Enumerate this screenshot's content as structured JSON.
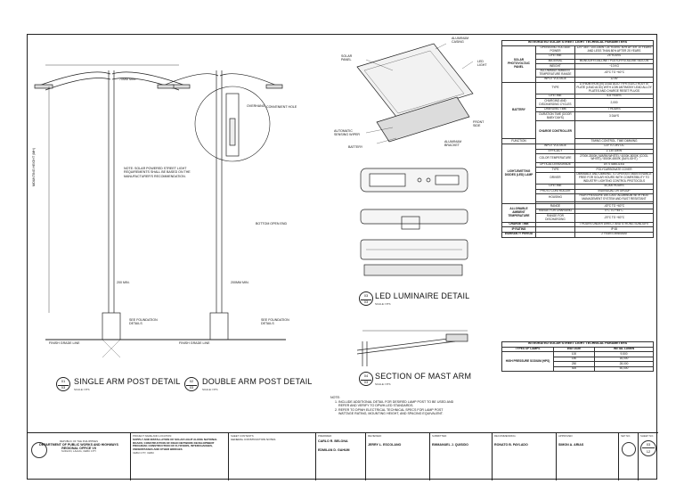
{
  "details": {
    "single": {
      "number": "01",
      "sheet": "03",
      "title": "SINGLE ARM POST DETAIL",
      "scale": "SCALE: NTS"
    },
    "double": {
      "number": "02",
      "sheet": "03",
      "title": "DOUBLE ARM POST DETAIL",
      "scale": "SCALE: NTS"
    },
    "led": {
      "number": "03",
      "sheet": "03",
      "title": "LED LUMINAIRE DETAIL",
      "scale": "SCALE: NTS"
    },
    "mast": {
      "number": "04",
      "sheet": "03",
      "title": "SECTION OF MAST ARM",
      "scale": "SCALE: NTS"
    }
  },
  "labels": {
    "mounting_height": "MOUNTING HEIGHT (MH)",
    "size_min": "70MM MIN.",
    "note_solar": "NOTE: SOLAR POWERED STREET LIGHT REQUIREMENTS SHALL BE BASED ON THE MANUFACTURER'S RECOMMENDATION.",
    "overhang": "OVERHANG",
    "vent_hole": "CONVENIENT HOLE",
    "bottom_open": "BOTTOM OPEN END",
    "min_200": "200 MIN.",
    "min_200_b": "200MM MIN.",
    "foundation_1": "SEE FOUNDATION DETAILS",
    "foundation_2": "SEE FOUNDATION DETAILS",
    "finish_grade_1": "FINISH GRADE LINE",
    "finish_grade_2": "FINISH GRADE LINE",
    "solar_panel": "SOLAR PANEL",
    "aluminum_casing": "ALUMINUM CASING",
    "led_light": "LED LIGHT",
    "auto_wiper": "AUTOMATIC SENSING WIPER",
    "battery": "BATTERY",
    "front_side": "FRONT SIDE",
    "al_bracket": "ALUMINUM BRACKET"
  },
  "notes": {
    "heading": "NOTE:",
    "items": [
      "INCLUDE ADDITIONAL DETAIL FOR DESIRED LAMP POST TO BE USED AND REFER AND VERIFY TO DPWH-LED STANDARDS.",
      "REFER TO DPWH ELECTRICAL TECHNICAL SPECS FOR LAMP POST WATTAGE RATING, MOUNTING HEIGHT, AND SPACING EQUIVALENT."
    ]
  },
  "spec": {
    "title": "INTEGRATED SOLAR STREET LIGHT TECHNICAL PARAMETERS",
    "rows": [
      {
        "group": "SOLAR PHOTOVOLTAIC PANEL",
        "span": 6,
        "param": "OPERATING VOLTAGE POWER",
        "value": "12V~36V / 100-150W / 25 YEARS: 80% AFTER 10 YEARS AND LESS THAN 80% AFTER 25 YEARS"
      },
      {
        "param": "LIFETIME",
        "value": "25 YEARS"
      },
      {
        "param": "MATERIAL",
        "value": "MONOCRYSTALLINE / POLYCRYSTALLINE SILICON"
      },
      {
        "param": "WEIGHT",
        "value": "~10 KG"
      },
      {
        "param": "ALLOWABLE AMBIENT TEMPERATURE RANGE",
        "value": "-40°C TO +60°C"
      },
      {
        "param": "INPUT VOLTAGE",
        "value": "12.8V"
      },
      {
        "group": "BATTERY",
        "span": 6,
        "param": "TYPE",
        "value": "LITHIUM IRON (III) LEAD ACID TYPE ELECTROLYTE PLATE (LEAD ACID) WITH LOW ANTIMONY LEAD ALLOY PLATES AND CHARGE RESET PLUGS"
      },
      {
        "param": "LIFETIME",
        "value": "5-8 YEARS"
      },
      {
        "param": "CHARGING AND DISCHARGING CYCLES",
        "value": "2,000"
      },
      {
        "param": "CHARGING TIME",
        "value": "7 HOURS"
      },
      {
        "param": "DURATION TIME (DOOR BABY DAYS)",
        "value": "3 DAYS"
      },
      {
        "group": "CHARGE CONTROLLER",
        "span": 2,
        "param": "",
        "value": "INTELLIGENT CONTROL FOR CIRCUIT PROTECTION"
      },
      {
        "param": "FUNCTION",
        "value": "TIMING CONTROL, TIME DIMMING"
      },
      {
        "group": "LIGHT-EMITTING DIODES (LED) LAMP",
        "span": 10,
        "param": "INPUT VOLTAGE",
        "value": "12V TO 24V DC"
      },
      {
        "param": "EFFICACY",
        "value": "≥ 130 LM/W"
      },
      {
        "param": "COLOR TEMPERATURE",
        "value": "2700K-3500K (WARM WHITE) / 4000K-5000K (COOL WHITE) / 5500K-6500K (DAYLIGHT)"
      },
      {
        "param": "OPTICAL LENS/GRADE",
        "value": "UV STABILIZED"
      },
      {
        "param": "TYPE",
        "value": "POLYCARBONATE COVER"
      },
      {
        "param": "DRIVER",
        "value": "DIMMABLE AND DIMMING TO OPERATE MAINTENANCE FREE FOR SOLAR HOURS WITH COMPATIBILITY TO INDUSTRY LIGHTING CONTROL PROTOCOLS"
      },
      {
        "param": "LIFETIME",
        "value": "50,000 HOURS"
      },
      {
        "param": "PHOTO CONTROLLER",
        "value": "INDIVIDUAL OR GROUP"
      },
      {
        "param": "HOUSING",
        "value": "HIGH PRESSURE DIE-CAST ALUMINUM WITH HEAT MANAGEMENT SYSTEM AND RUST RESISTANT"
      },
      {
        "param": "",
        "value": ""
      },
      {
        "group": "ALLOWABLE AMBIENT TEMPERATURE",
        "span": 3,
        "param": "RANGE",
        "value": "-40°C TO +60°C"
      },
      {
        "param": "RANGE FOR CHARGING",
        "value": "0°C TO +45°C"
      },
      {
        "param": "RANGE FOR DISCHARGING",
        "value": "-20°C TO +60°C"
      },
      {
        "group": "CHARGE TIME",
        "span": 1,
        "param": "",
        "value": "7 HOURS UNDER DIRECT AND STRONG SUNLIGHT"
      },
      {
        "group": "IP RATING",
        "span": 1,
        "param": "",
        "value": "IP 65"
      },
      {
        "group": "WARRANTY PERIOD",
        "span": 1,
        "param": "",
        "value": "2 YEARS MINIMUM"
      }
    ]
  },
  "lamps": {
    "title": "INTEGRATED SOLAR STREET LIGHT TECHNICAL PARAMETERS",
    "headers": [
      "TYPES OF LAMPS",
      "WATTAGE",
      "INITIAL LUMEN"
    ],
    "group": "HIGH PRESSURE SODIUM (HPS)",
    "rows": [
      [
        "100",
        "9,500"
      ],
      [
        "150",
        "16,000"
      ],
      [
        "250",
        "28,000"
      ],
      [
        "400",
        "50,000"
      ]
    ]
  },
  "titleblock": {
    "republic": "REPUBLIC OF THE PHILIPPINES",
    "agency": "DEPARTMENT OF PUBLIC WORKS AND HIGHWAYS",
    "office": "REGIONAL OFFICE VII",
    "address": "SUDLON, LAHUG, CEBU CITY",
    "project_cap": "PROJECT NAME AND LOCATION:",
    "project": "SUPPLY AND INSTALLATION OF SOLAR LIGHT ALONG NATIONAL ROADS; CONSTRUCTION OF ROAD NETWORK DEVELOPMENT PROGRAM; CONSTRUCTION OF FLYOVERS, INTERCHANGES, UNDERPASSES AND OTHER BRIDGES",
    "location": "CEBU CITY, CEBU",
    "sheet_contents_cap": "SHEET CONTENTS:",
    "sheet_contents": "GENERAL CONSTRUCTION NOTES",
    "prepared_cap": "PREPARED:",
    "prepared_name": "CARLO R. BELONA",
    "prepared_name2": "EDMILAN D. GAHUM",
    "reviewed_cap": "REVIEWED:",
    "reviewed_name": "JERRY L. ESCOLANO",
    "submitted_cap": "SUBMITTED:",
    "submitted_name": "EMMANUEL J. QUISIDO",
    "recommending_cap": "RECOMMENDING:",
    "recommending_name": "RONATO B. PAYLADO",
    "approved_cap": "APPROVED:",
    "approved_name": "SIMON A. ARIAS",
    "set_no_cap": "SET NO.",
    "sheet_no_cap": "SHEET NO.",
    "sheet_num": "03",
    "sheet_total": "12"
  }
}
